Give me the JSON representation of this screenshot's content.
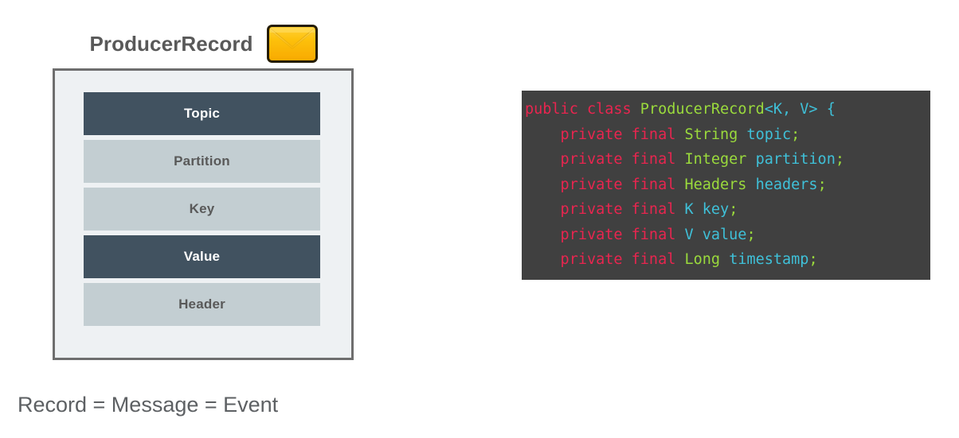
{
  "record": {
    "title": "ProducerRecord",
    "icon": "envelope-icon",
    "caption": "Record = Message = Event",
    "rows": [
      {
        "label": "Topic",
        "style": "dark"
      },
      {
        "label": "Partition",
        "style": "light"
      },
      {
        "label": "Key",
        "style": "light"
      },
      {
        "label": "Value",
        "style": "dark"
      },
      {
        "label": "Header",
        "style": "light"
      }
    ]
  },
  "code": {
    "language": "java",
    "background": "#404040",
    "colors": {
      "keyword": "#e8254f",
      "type": "#9ada3c",
      "identifier": "#3fc0d8",
      "punctuation": "#9ada3c"
    },
    "lines": [
      [
        {
          "t": "public class ",
          "c": "kw"
        },
        {
          "t": "ProducerRecord",
          "c": "type"
        },
        {
          "t": "<K, V> {",
          "c": "gen"
        }
      ],
      [
        {
          "t": "    private final ",
          "c": "kw"
        },
        {
          "t": "String ",
          "c": "type"
        },
        {
          "t": "topic",
          "c": "id"
        },
        {
          "t": ";",
          "c": "punc"
        }
      ],
      [
        {
          "t": "    private final ",
          "c": "kw"
        },
        {
          "t": "Integer ",
          "c": "type"
        },
        {
          "t": "partition",
          "c": "id"
        },
        {
          "t": ";",
          "c": "punc"
        }
      ],
      [
        {
          "t": "    private final ",
          "c": "kw"
        },
        {
          "t": "Headers ",
          "c": "type"
        },
        {
          "t": "headers",
          "c": "id"
        },
        {
          "t": ";",
          "c": "punc"
        }
      ],
      [
        {
          "t": "    private final ",
          "c": "kw"
        },
        {
          "t": "K key",
          "c": "id"
        },
        {
          "t": ";",
          "c": "punc"
        }
      ],
      [
        {
          "t": "    private final ",
          "c": "kw"
        },
        {
          "t": "V value",
          "c": "id"
        },
        {
          "t": ";",
          "c": "punc"
        }
      ],
      [
        {
          "t": "    private final ",
          "c": "kw"
        },
        {
          "t": "Long ",
          "c": "type"
        },
        {
          "t": "timestamp",
          "c": "id"
        },
        {
          "t": ";",
          "c": "punc"
        }
      ]
    ]
  }
}
